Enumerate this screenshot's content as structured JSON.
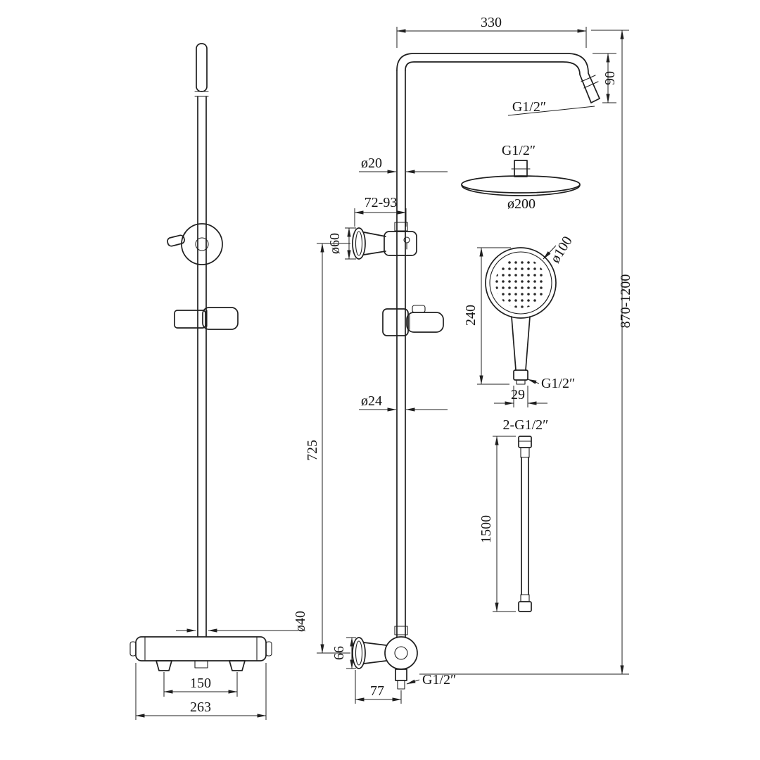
{
  "meta": {
    "description": "Technical dimension drawing of a thermostatic shower column set (side view, front view, and component details)",
    "colors": {
      "line": "#1f1f1f",
      "background": "#ffffff"
    }
  },
  "views": {
    "side_view": {
      "dia_pipe": "ø40",
      "dim_inlet_centers": "150",
      "dim_body_width": "263"
    },
    "front_view": {
      "dim_arm_reach": "330",
      "dim_arm_drop": "90",
      "thread_arm": "G1/2″",
      "dia_upper_pipe": "ø20",
      "dim_bracket_adjust": "72-93",
      "dia_bracket_flange": "ø60",
      "dia_lower_pipe": "ø24",
      "dim_riser_length": "725",
      "dim_valve_flange": "66",
      "thread_outlet": "G1/2″",
      "dim_wall_offset": "77",
      "dim_overall": "870-1200"
    }
  },
  "components": {
    "head_shower": {
      "thread": "G1/2″",
      "dia": "ø200"
    },
    "hand_shower": {
      "dia": "ø100",
      "length": "240",
      "thread": "G1/2″",
      "width": "29"
    },
    "hose": {
      "thread": "2-G1/2″",
      "length": "1500"
    }
  }
}
